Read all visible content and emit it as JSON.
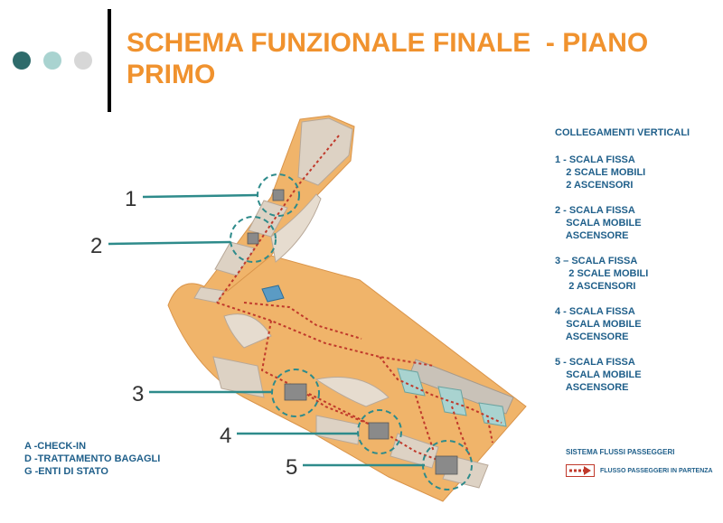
{
  "title": "SCHEMA FUNZIONALE FINALE  - PIANO PRIMO",
  "decor_colors": [
    "#2e6b6b",
    "#a9d3d0",
    "#d7d7d7"
  ],
  "accent_color": "#f0922e",
  "text_color": "#1f5f8a",
  "vertical_links": {
    "heading": "COLLEGAMENTI VERTICALI",
    "groups": [
      {
        "lines": [
          "1 - SCALA FISSA",
          "    2 SCALE MOBILI",
          "    2 ASCENSORI"
        ]
      },
      {
        "lines": [
          "2 - SCALA FISSA",
          "    SCALA MOBILE",
          "    ASCENSORE"
        ]
      },
      {
        "lines": [
          "3 – SCALA FISSA",
          "     2 SCALE MOBILI",
          "     2 ASCENSORI"
        ]
      },
      {
        "lines": [
          "4 - SCALA FISSA",
          "    SCALA MOBILE",
          "    ASCENSORE"
        ]
      },
      {
        "lines": [
          "5 - SCALA FISSA",
          "    SCALA MOBILE",
          "    ASCENSORE"
        ]
      }
    ]
  },
  "zone_legend": [
    "A -CHECK-IN",
    "D -TRATTAMENTO BAGAGLI",
    "G -ENTI DI STATO"
  ],
  "flows": {
    "title": "SISTEMA FLUSSI PASSEGGERI",
    "item_label": "FLUSSO PASSEGGERI IN PARTENZA"
  },
  "callouts": [
    {
      "id": "5",
      "label": "5"
    },
    {
      "id": "4",
      "label": "4"
    },
    {
      "id": "3",
      "label": "3"
    },
    {
      "id": "2",
      "label": "2"
    },
    {
      "id": "1",
      "label": "1"
    }
  ]
}
